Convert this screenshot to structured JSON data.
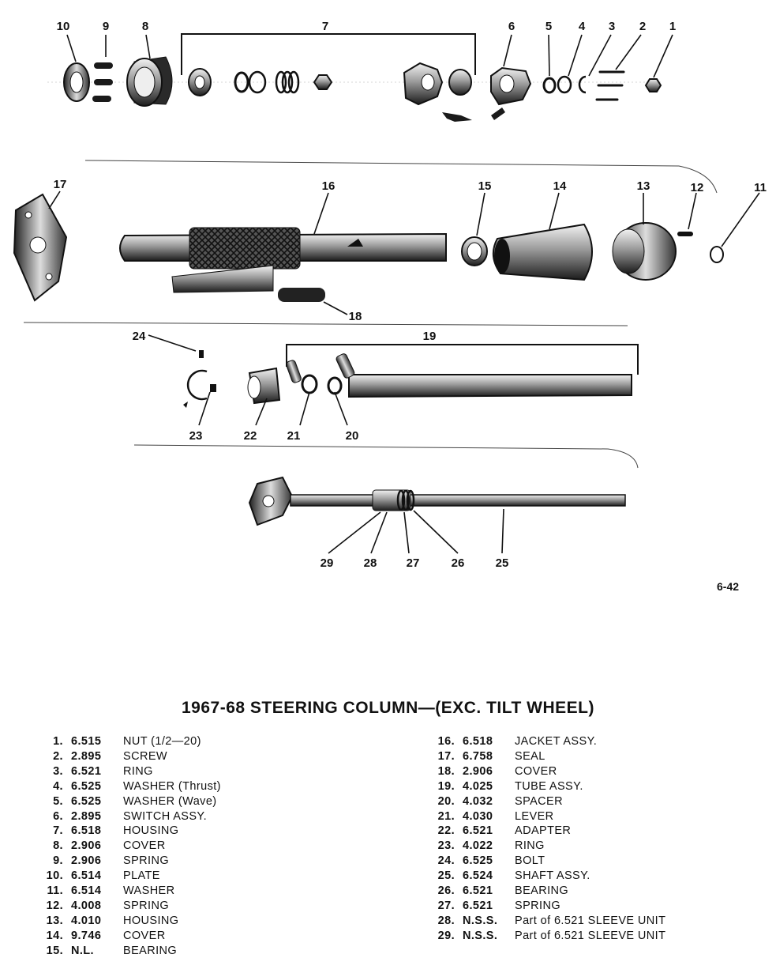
{
  "diagram": {
    "callouts": [
      "1",
      "2",
      "3",
      "4",
      "5",
      "6",
      "7",
      "8",
      "9",
      "10",
      "11",
      "12",
      "13",
      "14",
      "15",
      "16",
      "17",
      "18",
      "19",
      "20",
      "21",
      "22",
      "23",
      "24",
      "25",
      "26",
      "27",
      "28",
      "29"
    ]
  },
  "figure_ref": "6-42",
  "title": "1967-68 STEERING COLUMN—(EXC. TILT WHEEL)",
  "parts_left": [
    {
      "num": "1.",
      "part": "6.515",
      "desc": "NUT (1/2—20)"
    },
    {
      "num": "2.",
      "part": "2.895",
      "desc": "SCREW"
    },
    {
      "num": "3.",
      "part": "6.521",
      "desc": "RING"
    },
    {
      "num": "4.",
      "part": "6.525",
      "desc": "WASHER (Thrust)"
    },
    {
      "num": "5.",
      "part": "6.525",
      "desc": "WASHER (Wave)"
    },
    {
      "num": "6.",
      "part": "2.895",
      "desc": "SWITCH ASSY."
    },
    {
      "num": "7.",
      "part": "6.518",
      "desc": "HOUSING"
    },
    {
      "num": "8.",
      "part": "2.906",
      "desc": "COVER"
    },
    {
      "num": "9.",
      "part": "2.906",
      "desc": "SPRING"
    },
    {
      "num": "10.",
      "part": "6.514",
      "desc": "PLATE"
    },
    {
      "num": "11.",
      "part": "6.514",
      "desc": "WASHER"
    },
    {
      "num": "12.",
      "part": "4.008",
      "desc": "SPRING"
    },
    {
      "num": "13.",
      "part": "4.010",
      "desc": "HOUSING"
    },
    {
      "num": "14.",
      "part": "9.746",
      "desc": "COVER"
    },
    {
      "num": "15.",
      "part": "N.L.",
      "desc": "BEARING"
    }
  ],
  "parts_right": [
    {
      "num": "16.",
      "part": "6.518",
      "desc": "JACKET ASSY."
    },
    {
      "num": "17.",
      "part": "6.758",
      "desc": "SEAL"
    },
    {
      "num": "18.",
      "part": "2.906",
      "desc": "COVER"
    },
    {
      "num": "19.",
      "part": "4.025",
      "desc": "TUBE ASSY."
    },
    {
      "num": "20.",
      "part": "4.032",
      "desc": "SPACER"
    },
    {
      "num": "21.",
      "part": "4.030",
      "desc": "LEVER"
    },
    {
      "num": "22.",
      "part": "6.521",
      "desc": "ADAPTER"
    },
    {
      "num": "23.",
      "part": "4.022",
      "desc": "RING"
    },
    {
      "num": "24.",
      "part": "6.525",
      "desc": "BOLT"
    },
    {
      "num": "25.",
      "part": "6.524",
      "desc": "SHAFT ASSY."
    },
    {
      "num": "26.",
      "part": "6.521",
      "desc": "BEARING"
    },
    {
      "num": "27.",
      "part": "6.521",
      "desc": "SPRING"
    },
    {
      "num": "28.",
      "part": "N.S.S.",
      "desc": "Part of 6.521 SLEEVE UNIT"
    },
    {
      "num": "29.",
      "part": "N.S.S.",
      "desc": "Part of 6.521 SLEEVE UNIT"
    }
  ]
}
